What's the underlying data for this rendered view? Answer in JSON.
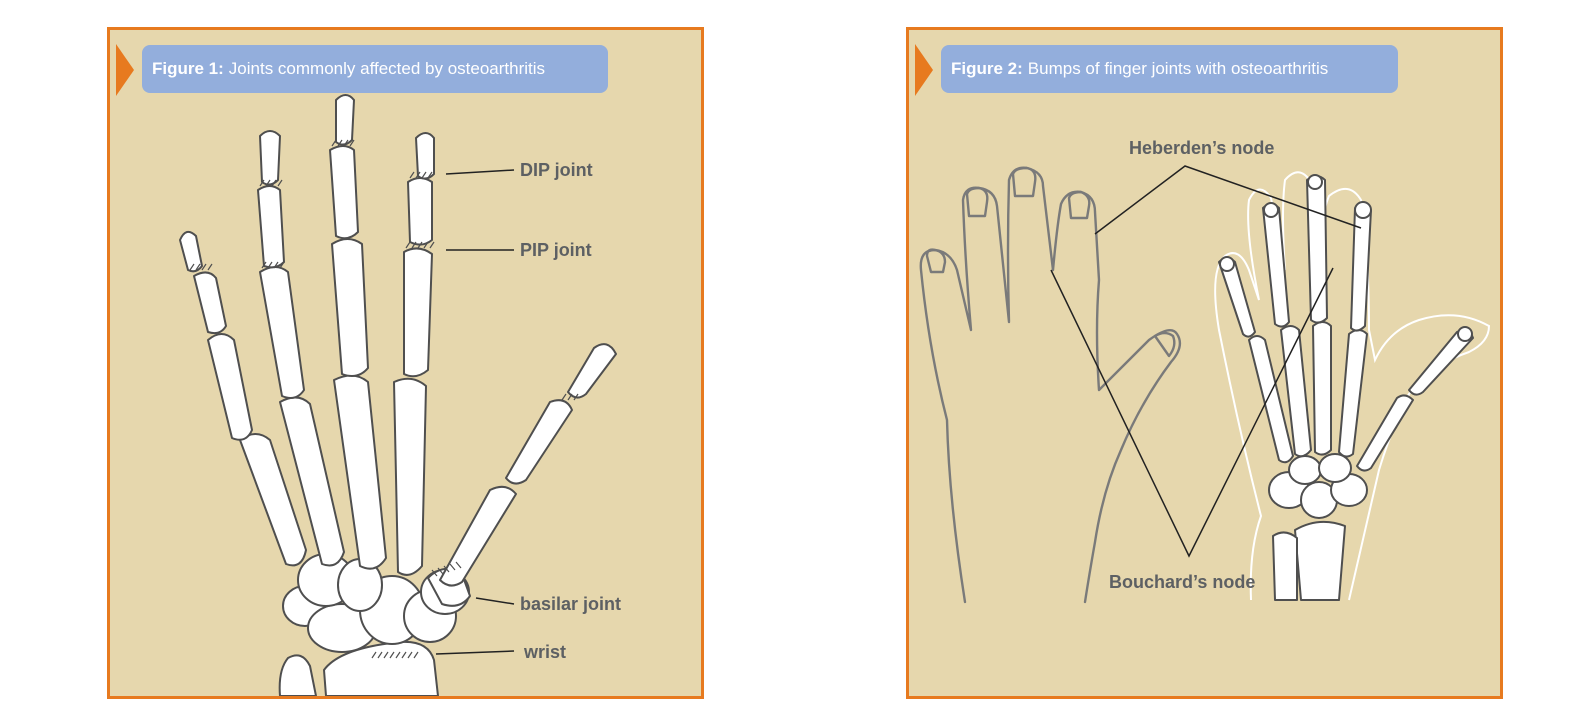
{
  "figure1": {
    "number": "Figure 1:",
    "caption": "Joints commonly affected by osteoarthritis",
    "labels": {
      "dip": "DIP joint",
      "pip": "PIP joint",
      "basilar": "basilar joint",
      "wrist": "wrist"
    }
  },
  "figure2": {
    "number": "Figure 2:",
    "caption": "Bumps of finger joints with osteoarthritis",
    "labels": {
      "heberden": "Heberden’s node",
      "bouchard": "Bouchard’s node"
    }
  },
  "colors": {
    "frame": "#e77a1f",
    "panel": "#e6d7ad",
    "title_bar": "#93aedc",
    "label_text": "#5d6063"
  }
}
